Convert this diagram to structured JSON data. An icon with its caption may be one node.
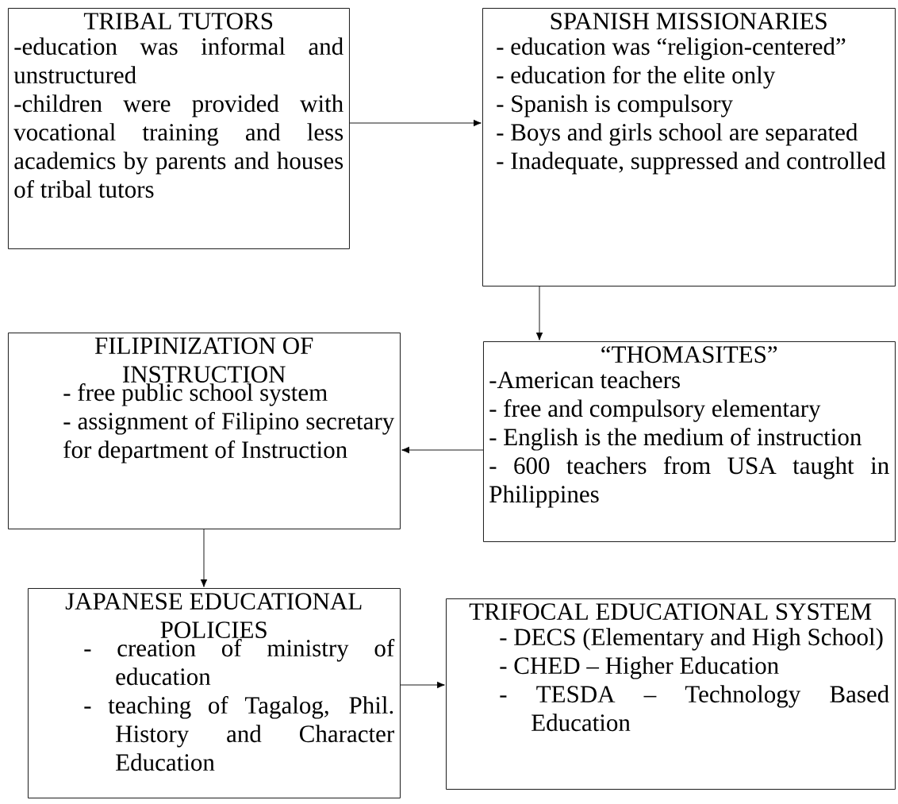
{
  "diagram": {
    "nodes": [
      {
        "text": [
          "TRIBAL TUTORS",
          "-education was informal and unstructured",
          "-children were provided with vocational training and less academics by parents and houses of tribal tutors"
        ]
      },
      {
        "text": [
          "SPANISH MISSIONARIES",
          "- education was “religion-centered”",
          "- education for the elite only",
          "- Spanish is compulsory",
          "- Boys and girls school are separated",
          "- Inadequate, suppressed and controlled"
        ]
      },
      {
        "text": [
          "FILIPINIZATION OF INSTRUCTION",
          "- free public school system",
          "- assignment of Filipino secretary for department of Instruction"
        ]
      },
      {
        "text": [
          "“THOMASITES”",
          "-American teachers",
          "- free and compulsory elementary",
          "- English is the medium of instruction",
          "- 600 teachers from USA taught in Philippines"
        ]
      },
      {
        "text": [
          "JAPANESE EDUCATIONAL POLICIES",
          "- creation of ministry of education",
          "- teaching of Tagalog, Phil. History and Character Education"
        ]
      },
      {
        "text": [
          "TRIFOCAL EDUCATIONAL SYSTEM",
          "- DECS (Elementary and High School)",
          "- CHED – Higher Education",
          "- TESDA – Technology Based Education"
        ]
      }
    ],
    "edges": [
      {
        "from": 0,
        "to": 1,
        "arrow": "to"
      },
      {
        "from": 1,
        "to": 3,
        "arrow": "to"
      },
      {
        "from": 3,
        "to": 2,
        "arrow": "to"
      },
      {
        "from": 2,
        "to": 4,
        "arrow": "to"
      },
      {
        "from": 4,
        "to": 5,
        "arrow": "to"
      }
    ]
  }
}
